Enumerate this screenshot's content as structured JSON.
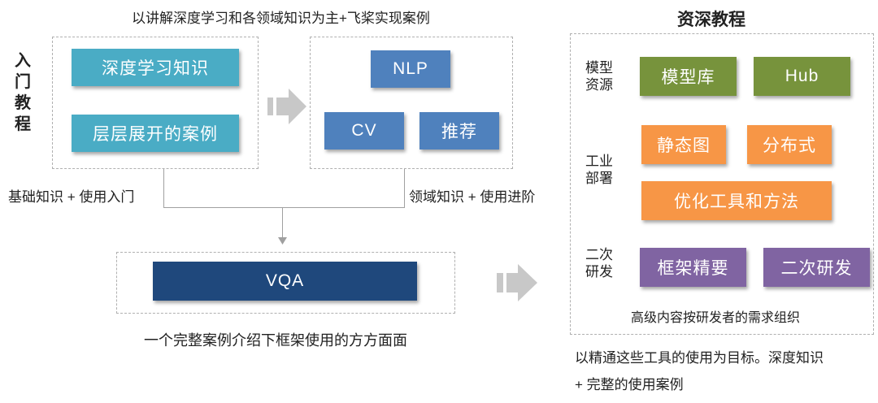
{
  "top_caption": "以讲解深度学习和各领域知识为主+飞桨实现案例",
  "intro": {
    "title": "入门教程",
    "boxes": {
      "deep_learning": "深度学习知识",
      "cases": "层层展开的案例"
    },
    "left_label": "基础知识 + 使用入门"
  },
  "domain": {
    "boxes": {
      "nlp": "NLP",
      "cv": "CV",
      "recommend": "推荐"
    },
    "label": "领域知识 + 使用进阶"
  },
  "vqa": {
    "box": "VQA",
    "caption": "一个完整案例介绍下框架使用的方方面面"
  },
  "advanced": {
    "title": "资深教程",
    "model_label": "模型资源",
    "model_boxes": [
      "模型库",
      "Hub"
    ],
    "industry_label": "工业部署",
    "industry_boxes": [
      "静态图",
      "分布式",
      "优化工具和方法"
    ],
    "secondary_label": "二次研发",
    "secondary_boxes": [
      "框架精要",
      "二次研发"
    ],
    "footer": "高级内容按研发者的需求组织",
    "caption_line1": "以精通这些工具的使用为目标。深度知识",
    "caption_line2": "+ 完整的使用案例"
  },
  "colors": {
    "teal": "#4aacc5",
    "blue": "#4f81bd",
    "navy": "#1f487c",
    "green": "#77933c",
    "orange": "#f79646",
    "purple": "#8064a2",
    "arrow": "#c8c8c8"
  },
  "icons": [
    "arrow-right-icon",
    "arrow-right-icon",
    "arrow-down-icon"
  ]
}
